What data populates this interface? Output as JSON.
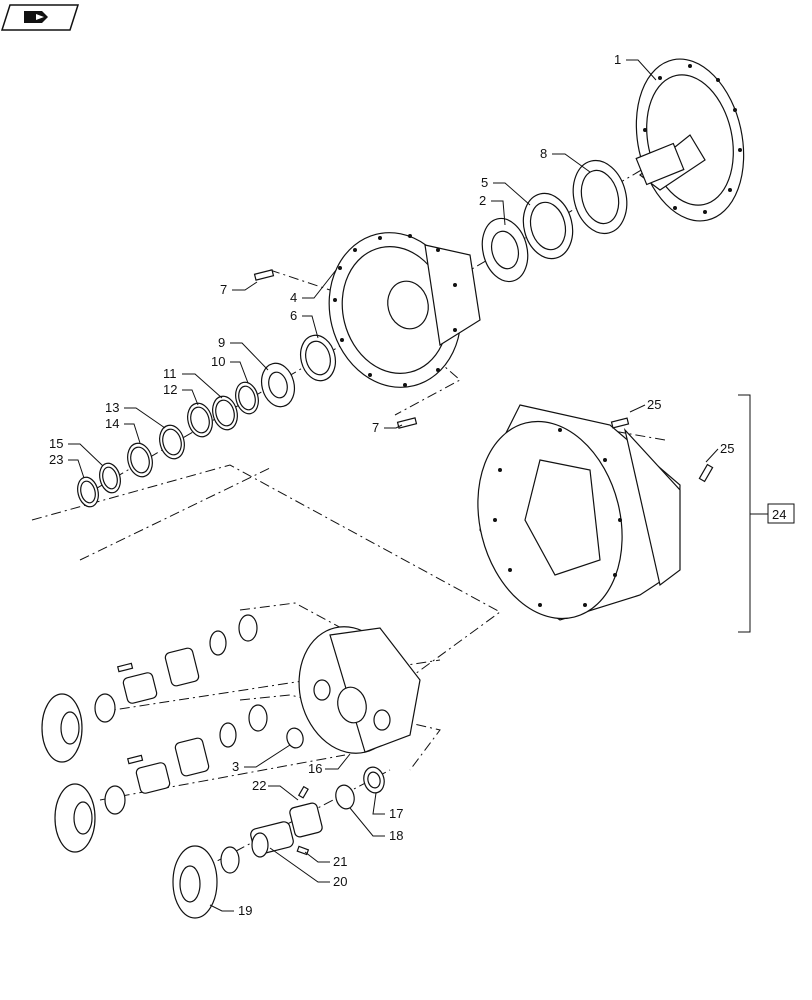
{
  "nav_icon": "book-arrow-icon",
  "labels": {
    "l1": "1",
    "l2": "2",
    "l3": "3",
    "l4": "4",
    "l5": "5",
    "l6": "6",
    "l7a": "7",
    "l7b": "7",
    "l8": "8",
    "l9": "9",
    "l10": "10",
    "l11": "11",
    "l12": "12",
    "l13": "13",
    "l14": "14",
    "l15": "15",
    "l16": "16",
    "l17": "17",
    "l18": "18",
    "l19": "19",
    "l20": "20",
    "l21": "21",
    "l22": "22",
    "l23": "23",
    "l24": "24",
    "l25a": "25",
    "l25b": "25"
  }
}
